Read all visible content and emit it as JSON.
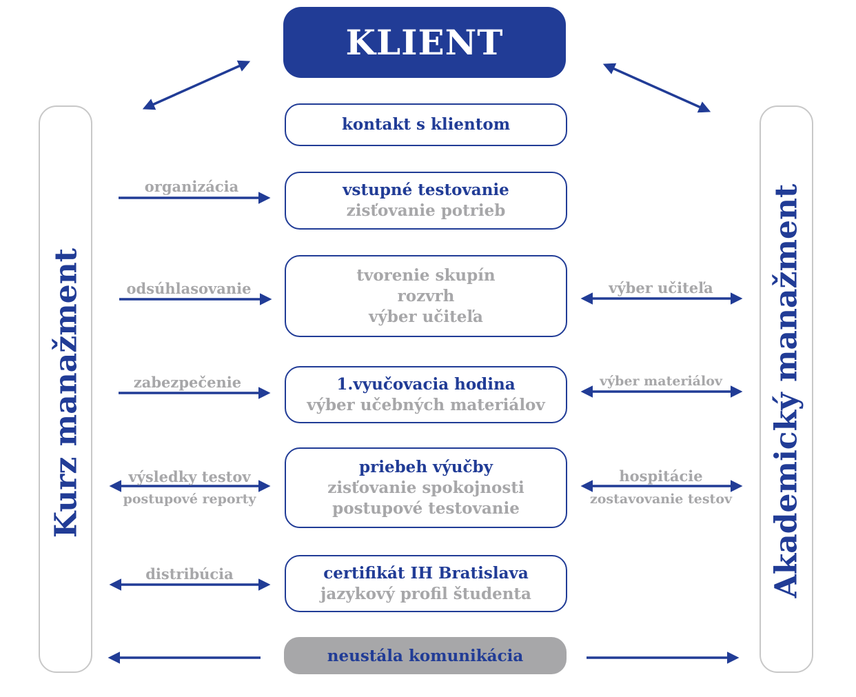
{
  "client": "KLIENT",
  "left_panel": "Kurz manažment",
  "right_panel": "Akademický manažment",
  "steps": [
    {
      "title": "kontakt s klientom",
      "sub": []
    },
    {
      "title": "vstupné testovanie",
      "sub": [
        "zisťovanie potrieb"
      ]
    },
    {
      "title": "",
      "sub": [
        "tvorenie skupín",
        "rozvrh",
        "výber učiteľa"
      ]
    },
    {
      "title": "1.vyučovacia hodina",
      "sub": [
        "výber učebných materiálov"
      ]
    },
    {
      "title": "priebeh výučby",
      "sub": [
        "zisťovanie spokojnosti",
        "postupové testovanie"
      ]
    },
    {
      "title": "certifikát IH Bratislava",
      "sub": [
        "jazykový profil študenta"
      ]
    }
  ],
  "communication": "neustála komunikácia",
  "left_labels": {
    "organization": "organizácia",
    "approval": "odsúhlasovanie",
    "provision": "zabezpečenie",
    "results": "výsledky testov",
    "reports": "postupové reporty",
    "distribution": "distribúcia"
  },
  "right_labels": {
    "teacher": "výber učiteľa",
    "materials": "výber materiálov",
    "observation": "hospitácie",
    "tests": "zostavovanie testov"
  },
  "colors": {
    "primary": "#213c96",
    "grey": "#a7a7a9",
    "panel_border": "#c8c8c8"
  }
}
